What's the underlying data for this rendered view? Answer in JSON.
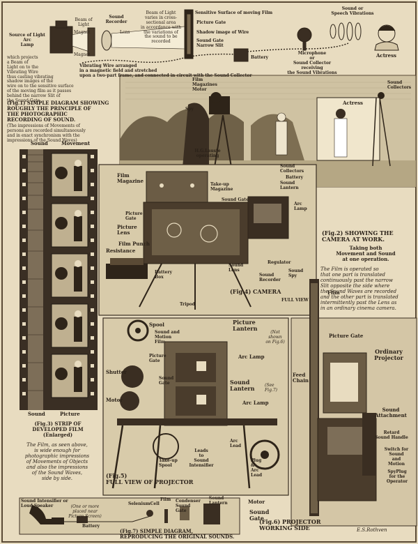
{
  "fig1": {
    "source_of_light": "Source of Light\nArc\nLamp",
    "beam_of_light_left": "Beam of\nLight",
    "sound_recorder": "Sound\nRecorder",
    "magnet_top": "Magnet",
    "lens": "Lens",
    "magnet_bottom": "Magnet",
    "beam_varies": "Beam of Light\nvaries in cross-\nsectional area\nin accordance with\nthe variations of\nthe sound to be\nrecorded",
    "sensitive_surface": "Sensitive Surface of moving Film",
    "picture_gate": "Picture Gate",
    "shadow_image": "Shadow image of Wire",
    "sound_gate": "Sound Gate\nNarrow Slit",
    "sound_vibrations": "Sound or\nSpeech Vibrations",
    "actress": "Actress",
    "microphone": "Microphone\nor\nSound Collector\nreceiving\nthe Sound Vibrations",
    "battery": "Battery",
    "vibrating_wire": "Vibrating Wire arranged\nin a magnetic field and stretched\nupon a two-part frame, and connected in circuit with the Sound Collector",
    "arc_explain": "which projects\na Beam of\nLight on to the\nVibrating Wire\nthus casting vibrating\nshadow images of the\nwire on to the sensitive surface\nof the moving film as it passes\nbehind the narrow Slit of\nthe Sound Gate",
    "caption": "(Fig.1) SIMPLE DIAGRAM SHOWING\nROUGHLY THE PRINCIPLE OF\nTHE PHOTOGRAPHIC\nRECORDING OF SOUND.",
    "caption_note": "(The impressions of Movements of\npersons are recorded simultaneously\nand in exact synchronism with the\nimpressions of the Sound Waves)"
  },
  "fig2": {
    "film_magazine": "Film\nMagazines\nMotor",
    "spy": "Spy",
    "lauste": "H.G.Lauste\noperating",
    "sound_collectors_top": "Sound\nCollectors",
    "actress": "Actress",
    "battery": "Battery",
    "sound_collectors_bottom": "Sound\nCollectors",
    "caption": "(Fig.2) SHOWING THE\nCAMERA AT WORK.",
    "caption_sub": "Taking both\nMovement and Sound\nat one operation.",
    "description": "The Film is operated so\nthat one part is translated\ncontinuously past the narrow\nSlit opposite the side where\nthe Sound Waves are recorded\nand the other part is translated\nintermittently past the Lens as\nin an ordinary cinema camera."
  },
  "fig3": {
    "sound": "Sound",
    "movement": "Movement",
    "sound_bottom": "Sound",
    "picture_bottom": "Picture",
    "caption": "(Fig.3) STRIP OF\nDEVELOPED FILM\n(Enlarged)",
    "description": "The Film, as seen above,\nis wide enough for\nphotographic impressions\nof Movements of Objects\nand also the impressions\nof the Sound Waves,\nside by side."
  },
  "fig4": {
    "film_magazine": "Film\nMagazine",
    "take_up_magazine": "Take-up\nMagazine",
    "sound_gate": "Sound Gate",
    "sound_lantern": "Sound\nLantern",
    "arc_lamp": "Arc\nLamp",
    "picture_gate": "Picture\nGate",
    "picture_lens": "Picture\nLens",
    "film_punch": "Film Punch",
    "resistance": "Resistance",
    "battery_box": "Battery\nBox",
    "tripod": "Tripod",
    "sound_lens": "Sound\nLens",
    "regulator": "Regulator",
    "sound_recorder": "Sound\nRecorder",
    "sound_spy": "Sound\nSpy",
    "caption": "(Fig.4) CAMERA",
    "caption_sub": "FULL VIEW"
  },
  "fig5": {
    "spool": "Spool",
    "sound_motion_film": "Sound and\nMotion\nFilm",
    "picture_gate": "Picture\nGate",
    "shutter": "Shutter",
    "sound_gate": "Sound\nGate",
    "motor": "Motor",
    "picture_lantern": "Picture\nLantern",
    "lantern_note": "(Not\nshown\non Fig.6)",
    "arc_lamp_top": "Arc Lamp",
    "sound_lantern": "Sound\nLantern",
    "lantern_note2": "(See\nFig.7)",
    "arc_lamp_bottom": "Arc Lamp",
    "take_up_spool": "Take-up\nSpool",
    "leads": "Leads\nto\nSound\nIntensifier",
    "arc_lead": "Arc\nLead",
    "plug_arc": "Plug\n&\nArc\nLead",
    "caption": "(Fig.5)\nFULL VIEW OF PROJECTOR"
  },
  "fig6": {
    "film": "Film",
    "picture_gate": "Picture Gate",
    "ordinary_projector": "Ordinary\nProjector",
    "feed_chain": "Feed\nChain",
    "sound_attachment": "Sound\nAttachment",
    "retard": "Retard\nSound Handle",
    "switch": "Switch for\nSound\nand\nMotion",
    "spyplug": "SpyPlug\nfor the\nOperator",
    "motor": "Motor",
    "sound_gate": "Sound\nGate",
    "caption": "(Fig.6) PROJECTOR\nWORKING SIDE",
    "signature": "E.S.Rothven"
  },
  "fig7": {
    "intensifier": "Sound Intensifier or\nLoud Speaker",
    "intensifier_note": "(One or more\nplaced near\nPicture Screen)",
    "battery": "Battery",
    "selenium": "SeleniumCell",
    "film": "Film",
    "condenser": "Condenser\nSound\nGate",
    "sound_lantern": "Sound\nLantern",
    "caption": "(Fig.7) SIMPLE DIAGRAM,\nREPRODUCING THE ORIGINAL SOUNDS."
  }
}
